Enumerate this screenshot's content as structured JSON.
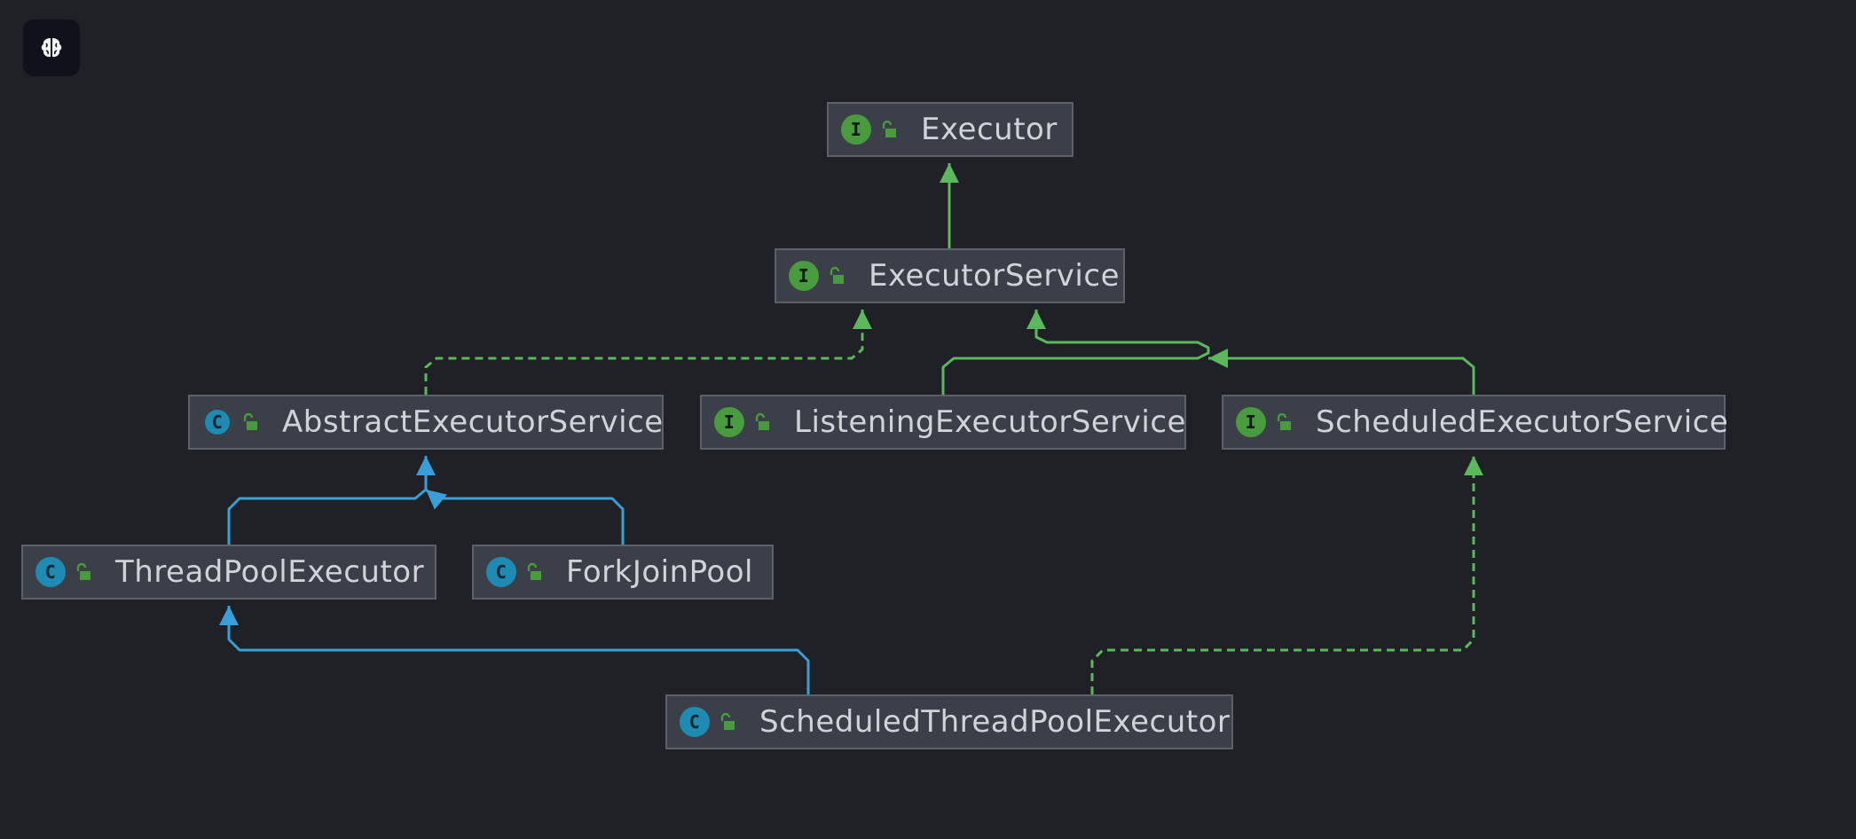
{
  "diagram": {
    "nodes": [
      {
        "id": "executor",
        "label": "Executor",
        "kind": "interface",
        "kind_letter": "I"
      },
      {
        "id": "executor-service",
        "label": "ExecutorService",
        "kind": "interface",
        "kind_letter": "I"
      },
      {
        "id": "abstract-executor-service",
        "label": "AbstractExecutorService",
        "kind": "abstract",
        "kind_letter": "C"
      },
      {
        "id": "listening-executor-service",
        "label": "ListeningExecutorService",
        "kind": "interface",
        "kind_letter": "I"
      },
      {
        "id": "scheduled-executor-service",
        "label": "ScheduledExecutorService",
        "kind": "interface",
        "kind_letter": "I"
      },
      {
        "id": "thread-pool-executor",
        "label": "ThreadPoolExecutor",
        "kind": "class",
        "kind_letter": "C"
      },
      {
        "id": "fork-join-pool",
        "label": "ForkJoinPool",
        "kind": "class",
        "kind_letter": "C"
      },
      {
        "id": "scheduled-thread-pool-executor",
        "label": "ScheduledThreadPoolExecutor",
        "kind": "class",
        "kind_letter": "C"
      }
    ],
    "edges": [
      {
        "from": "executor-service",
        "to": "executor",
        "relation": "extends"
      },
      {
        "from": "abstract-executor-service",
        "to": "executor-service",
        "relation": "implements"
      },
      {
        "from": "listening-executor-service",
        "to": "executor-service",
        "relation": "extends"
      },
      {
        "from": "scheduled-executor-service",
        "to": "executor-service",
        "relation": "extends"
      },
      {
        "from": "thread-pool-executor",
        "to": "abstract-executor-service",
        "relation": "extends"
      },
      {
        "from": "fork-join-pool",
        "to": "abstract-executor-service",
        "relation": "extends"
      },
      {
        "from": "scheduled-thread-pool-executor",
        "to": "thread-pool-executor",
        "relation": "extends"
      },
      {
        "from": "scheduled-thread-pool-executor",
        "to": "scheduled-executor-service",
        "relation": "implements"
      }
    ],
    "colors": {
      "background": "#1f2126",
      "node_fill": "#3a3f48",
      "node_border": "#5b606a",
      "node_text": "#cfd3da",
      "interface_badge": "#4a9a3f",
      "class_badge": "#1f8bb3",
      "interface_edge": "#5cb85c",
      "class_edge": "#3a9fd8",
      "logo_bg": "#0f121b"
    },
    "icons": {
      "logo": "brain-icon",
      "visibility": "lock-open-icon"
    }
  }
}
